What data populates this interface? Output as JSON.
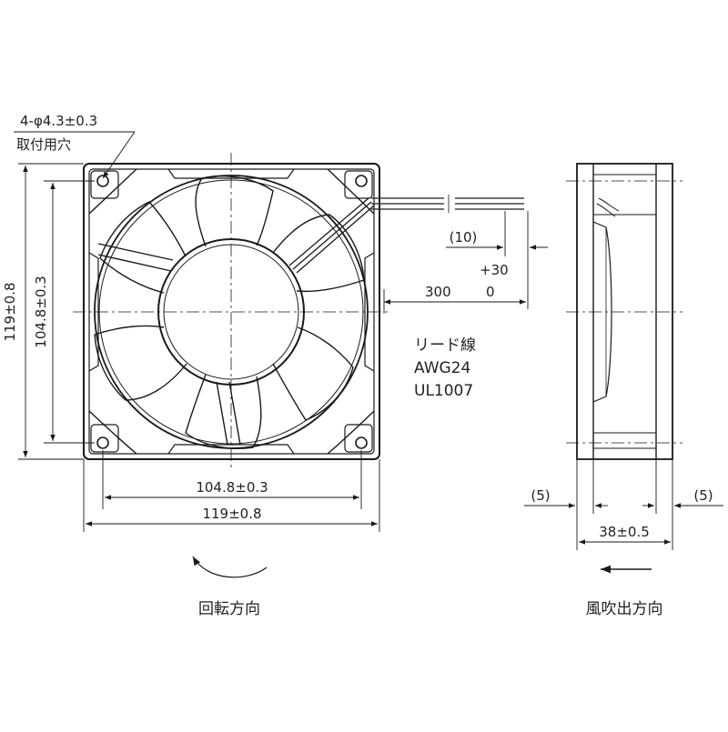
{
  "labels": {
    "hole_spec": "4-φ4.3±0.3",
    "hole_note": "取付用穴",
    "height_outer": "119±0.8",
    "height_inner": "104.8±0.3",
    "width_inner": "104.8±0.3",
    "width_outer": "119±0.8",
    "lead_offset": "(10)",
    "lead_tol_plus": "+30",
    "lead_length": "300",
    "lead_tol_minus": "0",
    "lead_name": "リード線",
    "lead_awg": "AWG24",
    "lead_ul": "UL1007",
    "side_left_gap": "(5)",
    "side_right_gap": "(5)",
    "depth": "38±0.5",
    "rotation_dir": "回転方向",
    "airflow_dir": "風吹出方向"
  },
  "colors": {
    "line": "#1a1a1a",
    "text": "#222222",
    "background": "#ffffff"
  }
}
